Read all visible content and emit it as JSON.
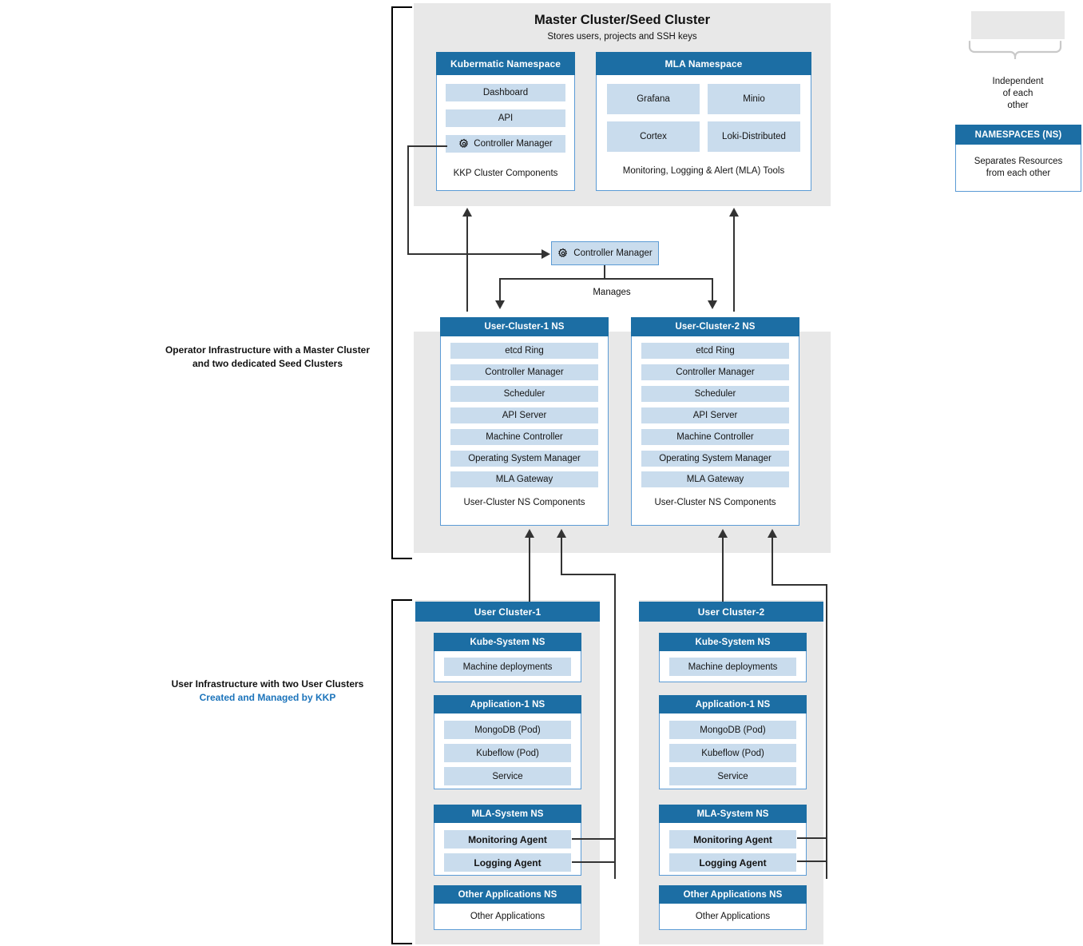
{
  "master": {
    "title": "Master Cluster/Seed Cluster",
    "subtitle": "Stores users, projects and SSH keys",
    "kubermatic_ns": {
      "header": "Kubermatic Namespace",
      "items": [
        "Dashboard",
        "API",
        "Controller Manager"
      ],
      "controller_icon": "gear-icon",
      "caption": "KKP Cluster Components"
    },
    "mla_ns": {
      "header": "MLA Namespace",
      "items": [
        "Grafana",
        "Minio",
        "Cortex",
        "Loki-Distributed"
      ],
      "caption": "Monitoring, Logging & Alert (MLA) Tools"
    }
  },
  "controller": {
    "label": "Controller Manager",
    "icon": "gear-icon",
    "manages_label": "Manages"
  },
  "seed_namespaces": [
    {
      "header": "User-Cluster-1 NS",
      "items": [
        "etcd Ring",
        "Controller Manager",
        "Scheduler",
        "API Server",
        "Machine Controller",
        "Operating System Manager",
        "MLA Gateway"
      ],
      "caption": "User-Cluster NS Components"
    },
    {
      "header": "User-Cluster-2 NS",
      "items": [
        "etcd Ring",
        "Controller Manager",
        "Scheduler",
        "API Server",
        "Machine Controller",
        "Operating System Manager",
        "MLA Gateway"
      ],
      "caption": "User-Cluster NS Components"
    }
  ],
  "user_clusters": [
    {
      "header": "User Cluster-1",
      "namespaces": [
        {
          "header": "Kube-System NS",
          "items": [
            "Machine deployments"
          ],
          "plain": false
        },
        {
          "header": "Application-1 NS",
          "items": [
            "MongoDB (Pod)",
            "Kubeflow (Pod)",
            "Service"
          ],
          "plain": false
        },
        {
          "header": "MLA-System NS",
          "items": [
            "Monitoring Agent",
            "Logging Agent"
          ],
          "plain": false
        },
        {
          "header": "Other Applications NS",
          "items": [
            "Other Applications"
          ],
          "plain": true
        }
      ]
    },
    {
      "header": "User Cluster-2",
      "namespaces": [
        {
          "header": "Kube-System NS",
          "items": [
            "Machine deployments"
          ],
          "plain": false
        },
        {
          "header": "Application-1 NS",
          "items": [
            "MongoDB (Pod)",
            "Kubeflow (Pod)",
            "Service"
          ],
          "plain": false
        },
        {
          "header": "MLA-System NS",
          "items": [
            "Monitoring Agent",
            "Logging Agent"
          ],
          "plain": false
        },
        {
          "header": "Other Applications NS",
          "items": [
            "Other Applications"
          ],
          "plain": true
        }
      ]
    }
  ],
  "side_labels": {
    "operator_line1": "Operator Infrastructure with a Master Cluster",
    "operator_line2": "and two dedicated Seed Clusters",
    "user_line1": "User Infrastructure with two User Clusters",
    "user_line2": "Created and Managed by KKP"
  },
  "legend": {
    "independent_line1": "Independent",
    "independent_line2": "of each",
    "independent_line3": "other",
    "ns_header": "NAMESPACES (NS)",
    "ns_line1": "Separates Resources",
    "ns_line2": "from each other"
  },
  "colors": {
    "header_blue": "#1c6ea4",
    "chip_blue": "#c9dced",
    "panel_border": "#5b9bd5",
    "gray_bg": "#e8e8e8",
    "link_blue": "#1c74bb",
    "connector": "#333333"
  }
}
